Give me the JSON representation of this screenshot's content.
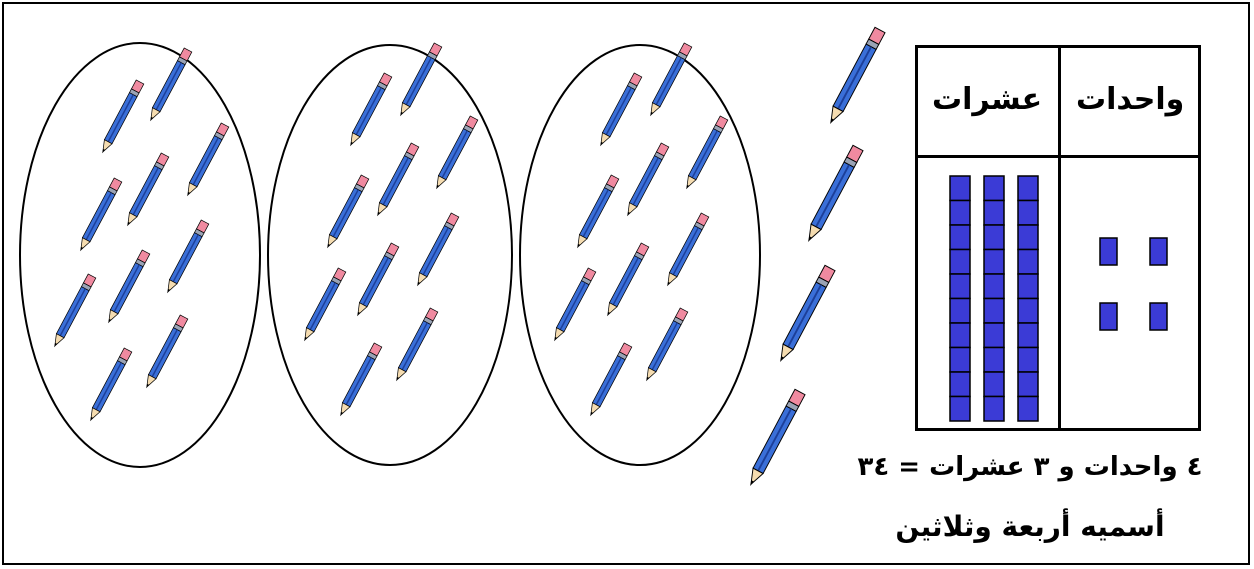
{
  "table": {
    "ones_header": "واحدات",
    "tens_header": "عشرات",
    "tens_rods": 3,
    "units_per_rod": 10,
    "ones_cubes": 4
  },
  "groups": {
    "circled_groups_of_ten": 3,
    "loose_pencils": 4
  },
  "equation": "٤ واحدات و ٣ عشرات = ٣٤",
  "name": "أسميه أربعة وثلاثين",
  "colors": {
    "pencil_body": "#3a6fd8",
    "pencil_stripe": "#1c3f99",
    "pencil_eraser": "#f08aa0",
    "pencil_tip": "#f5dcb0",
    "block_fill": "#3b3bd6"
  }
}
